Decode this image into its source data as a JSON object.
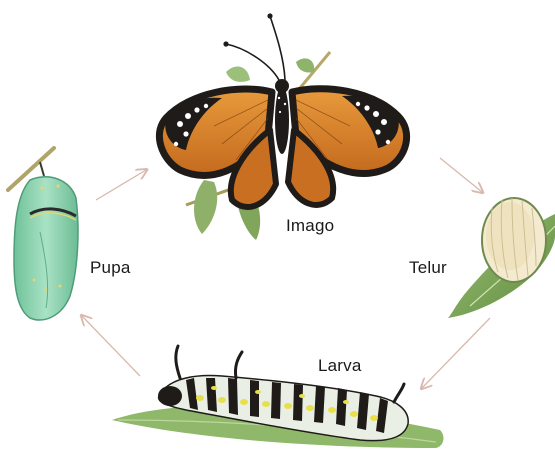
{
  "stages": {
    "imago": "Imago",
    "telur": "Telur",
    "larva": "Larva",
    "pupa": "Pupa"
  },
  "cycle_order": [
    "Imago",
    "Telur",
    "Larva",
    "Pupa"
  ],
  "colors": {
    "arrow": "#d9b8ad",
    "wing_orange": "#d9822b",
    "wing_black": "#1f1b18",
    "leaf_green": "#7fa65a",
    "pupa_green": "#8fd3b0",
    "egg_cream": "#f3ead0",
    "larva_yellow": "#e8e04a"
  },
  "icons": [
    "butterfly-image",
    "egg-on-leaf-image",
    "caterpillar-image",
    "chrysalis-image",
    "cycle-arrow-icon"
  ]
}
